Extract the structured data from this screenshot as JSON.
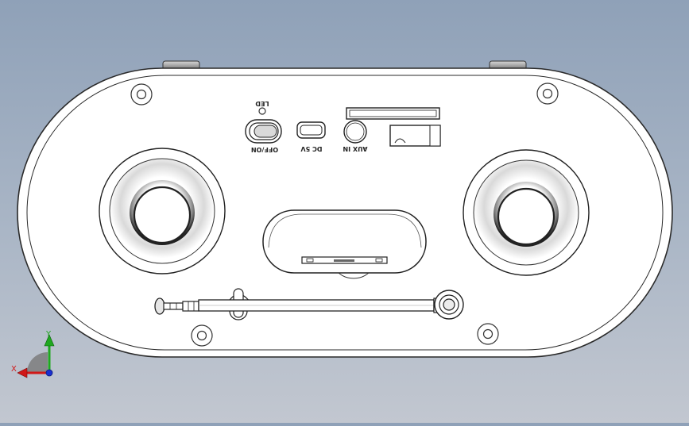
{
  "scene": {
    "labels": {
      "led": "LED",
      "power": "OFF/ON",
      "dc": "DC 5V",
      "aux": "AUX IN"
    },
    "triad": {
      "x": "X",
      "y": "Y"
    },
    "colors": {
      "background_top": "#8fa1b8",
      "background_bottom": "#c2c7d0",
      "body_fill": "#ffffff",
      "line": "#2a2a2a",
      "axis_y": "#1fa81f",
      "axis_x": "#d01818",
      "axis_z": "#1a2fd0"
    }
  }
}
